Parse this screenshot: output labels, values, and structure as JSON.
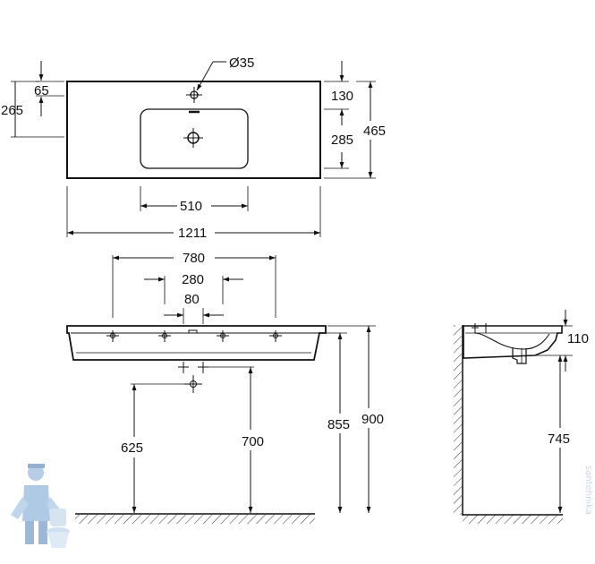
{
  "colors": {
    "line": "#111111",
    "hatch": "#333333",
    "watermark": "#9fbfdf"
  },
  "top_view": {
    "hole_diameter": "Ø35",
    "dims": {
      "d65": "65",
      "d265": "265",
      "d130": "130",
      "d285": "285",
      "d465": "465",
      "d510": "510",
      "d1211": "1211"
    }
  },
  "front_view": {
    "dims": {
      "d780": "780",
      "d280": "280",
      "d80": "80",
      "d625": "625",
      "d700": "700",
      "d855": "855",
      "d900": "900"
    }
  },
  "side_view": {
    "dims": {
      "d110": "110",
      "d745": "745"
    }
  },
  "watermark": {
    "text": "santehnika",
    "icon": "plumber-icon"
  }
}
